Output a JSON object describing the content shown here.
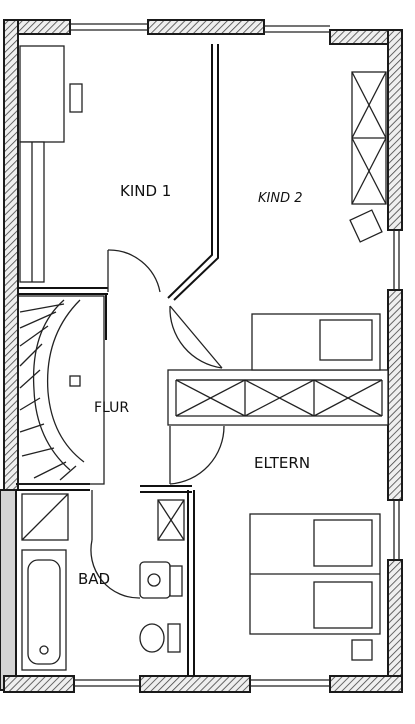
{
  "rooms": {
    "kind1": "KIND 1",
    "kind2": "KIND 2",
    "flur": "FLUR",
    "eltern": "ELTERN",
    "bad": "BAD"
  }
}
